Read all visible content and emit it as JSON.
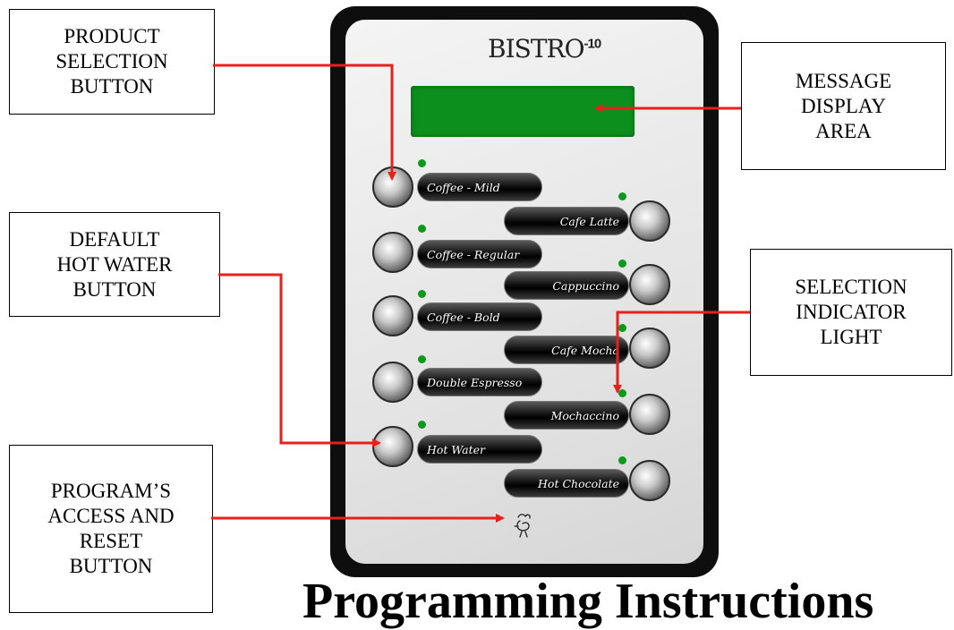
{
  "callouts": {
    "product_selection": [
      "PRODUCT",
      "SELECTION",
      "BUTTON"
    ],
    "hot_water": [
      "DEFAULT",
      "HOT WATER",
      "BUTTON"
    ],
    "program_access": [
      "PROGRAM’S",
      "ACCESS AND",
      "RESET",
      "BUTTON"
    ],
    "message_display": [
      "MESSAGE",
      "DISPLAY",
      "AREA"
    ],
    "selection_indicator": [
      "SELECTION",
      "INDICATOR",
      "LIGHT"
    ]
  },
  "panel": {
    "brand": "BISTRO",
    "model": "-10",
    "display_color": "#0c8f1c",
    "frame_color": "#0e0e0e",
    "indicator_color": "#0a9a1a"
  },
  "buttons": {
    "left": [
      "Coffee - Mild",
      "Coffee - Regular",
      "Coffee - Bold",
      "Double Espresso",
      "Hot Water"
    ],
    "right": [
      "Cafe Latte",
      "Cappuccino",
      "Cafe Mocha",
      "Mochaccino",
      "Hot Chocolate"
    ]
  },
  "footer": {
    "title": "Programming Instructions"
  },
  "arrow_color": "#e8201c"
}
